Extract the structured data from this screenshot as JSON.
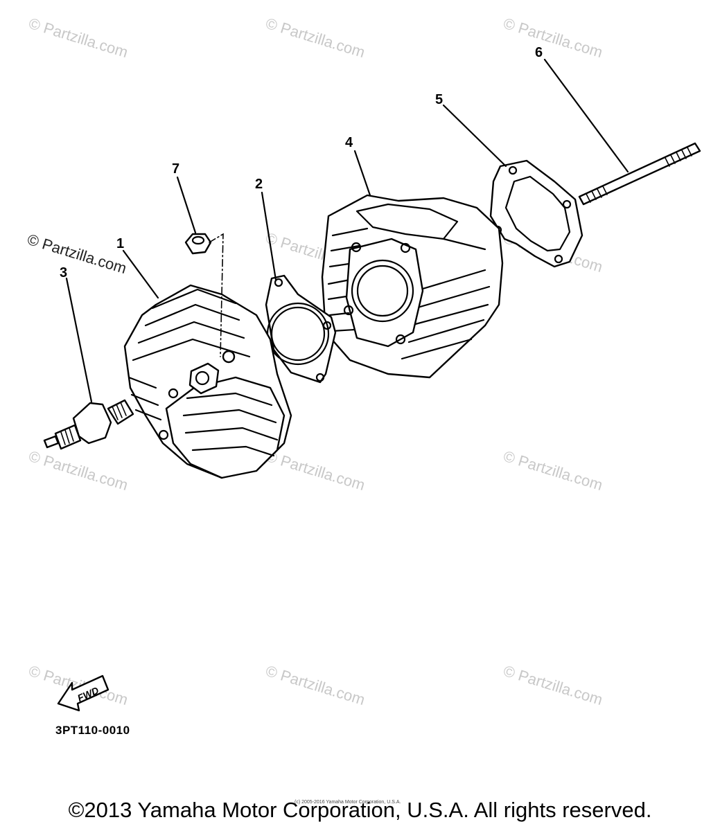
{
  "watermark": "© Partzilla.com",
  "callouts": [
    "1",
    "2",
    "3",
    "4",
    "5",
    "6",
    "7"
  ],
  "fwd_label": "FWD",
  "diagram_code": "3PT110-0010",
  "small_copyright": "(c) 2005-2016 Yamaha Motor Corporation, U.S.A.",
  "copyright": "©2013 Yamaha Motor Corporation, U.S.A. All rights reserved."
}
